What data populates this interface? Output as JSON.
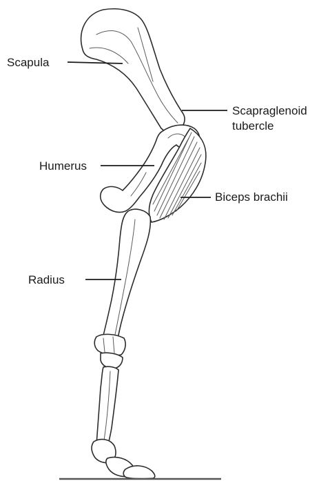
{
  "labels": {
    "scapula": "Scapula",
    "scapraglenoid_line1": "Scapraglenoid",
    "scapraglenoid_line2": "tubercle",
    "humerus": "Humerus",
    "biceps": "Biceps brachii",
    "radius": "Radius"
  }
}
